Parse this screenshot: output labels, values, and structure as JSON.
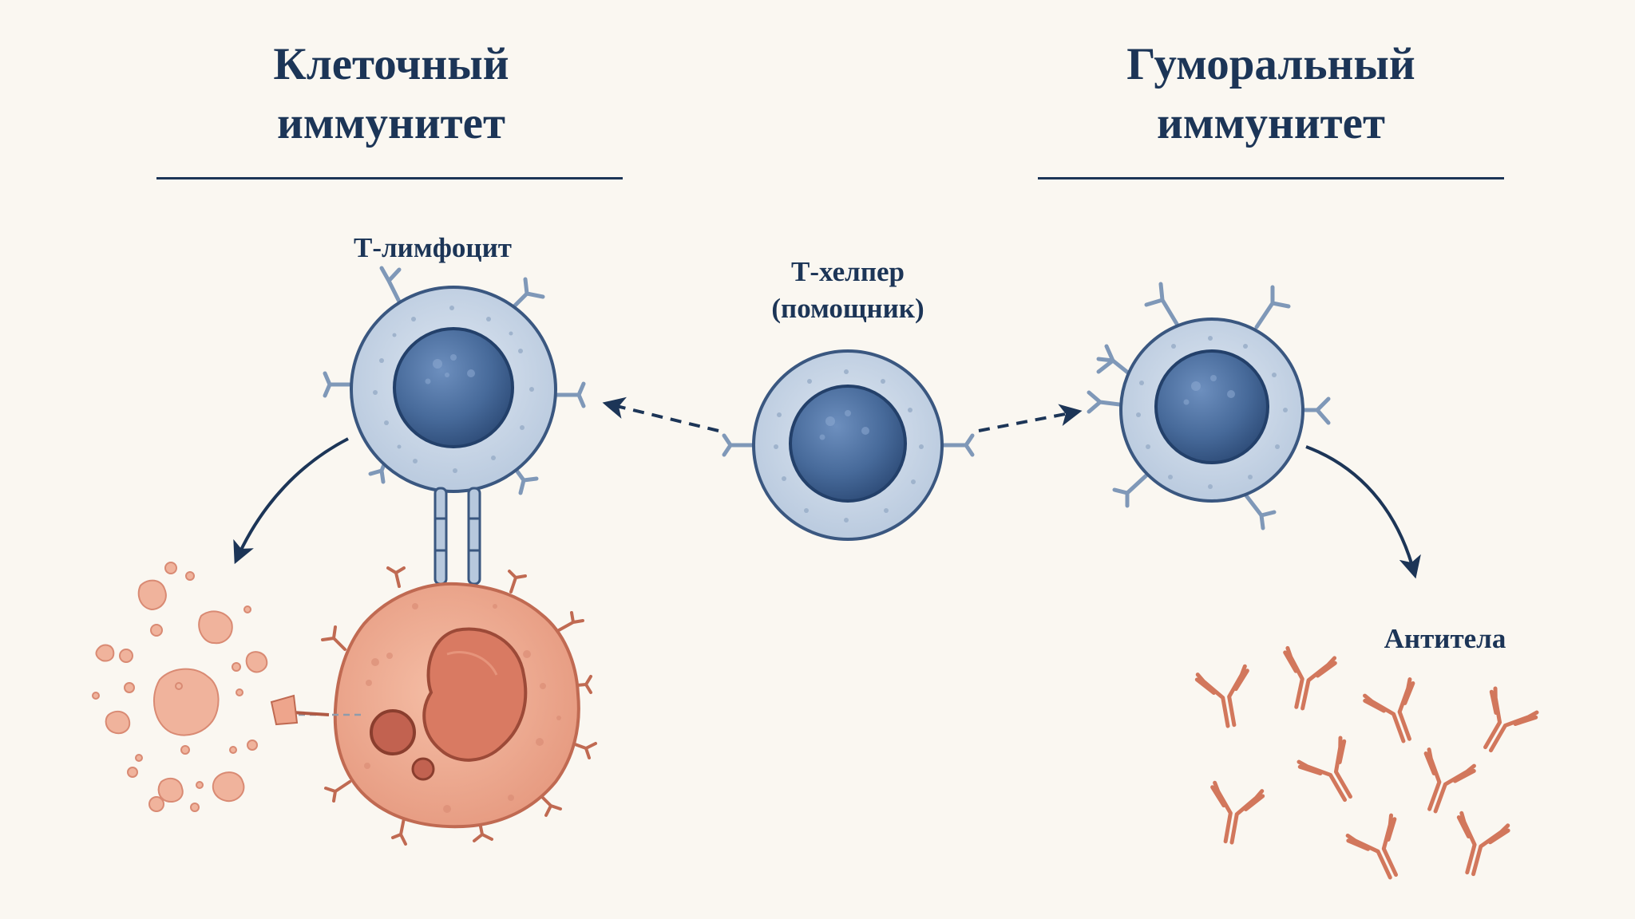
{
  "cellular": {
    "title_line1": "Клеточный",
    "title_line2": "иммунитет",
    "t_cell_label": "Т-лимфоцит"
  },
  "humoral": {
    "title_line1": "Гуморальный",
    "title_line2": "иммунитет",
    "antibodies_label": "Антитела"
  },
  "helper": {
    "label_line1": "Т-хелпер",
    "label_line2": "(помощник)"
  },
  "colors": {
    "navy": "#1c3557",
    "cell_membrane": "#c9d6e6",
    "nucleus": "#476a9a",
    "target_cell": "#eea58c",
    "target_nucleus": "#d0715a",
    "antibody": "#d2775c",
    "background": "#faf7f1"
  }
}
